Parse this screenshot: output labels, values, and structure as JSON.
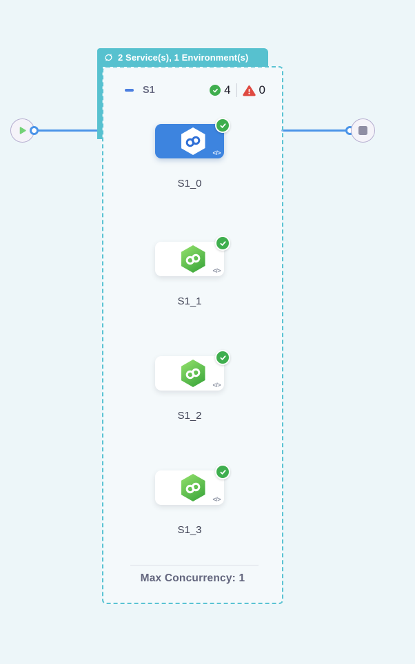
{
  "header_badge": {
    "label": "2 Service(s), 1 Environment(s)"
  },
  "stage_panel": {
    "stage_name": "S1",
    "success_count": "4",
    "failure_count": "0",
    "footer": "Max Concurrency: 1"
  },
  "nodes": [
    {
      "label": "S1_0",
      "state": "selected"
    },
    {
      "label": "S1_1",
      "state": "success"
    },
    {
      "label": "S1_2",
      "state": "success"
    },
    {
      "label": "S1_3",
      "state": "success"
    }
  ],
  "icons": {
    "code_glyph": "</>"
  },
  "colors": {
    "background": "#edf6f9",
    "teal_accent": "#57c1cf",
    "edge_blue": "#4a94e8",
    "selected_node_blue": "#3d84df",
    "success_green": "#3fae4e",
    "error_red": "#df4a41"
  }
}
